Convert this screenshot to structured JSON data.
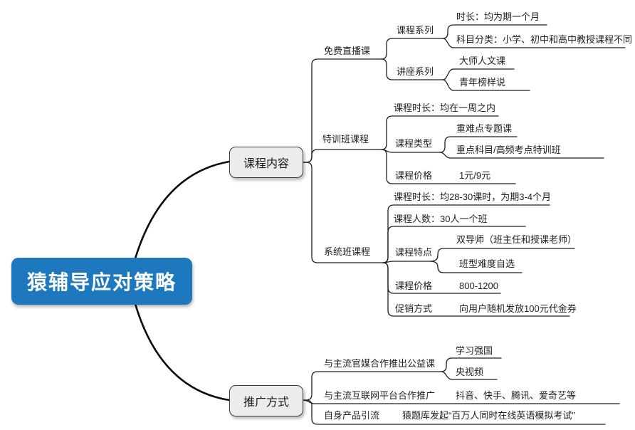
{
  "root": {
    "label": "猿辅导应对策略"
  },
  "course": {
    "label": "课程内容",
    "free_live": {
      "label": "免费直播课",
      "course_series": {
        "label": "课程系列",
        "duration": {
          "label": "时长：均为期一个月"
        },
        "subjects": {
          "label": "科目分类：小学、初中和高中教授课程不同"
        }
      },
      "lecture_series": {
        "label": "讲座系列",
        "master": {
          "label": "大师人文课"
        },
        "youth": {
          "label": "青年榜样说"
        }
      }
    },
    "special_training": {
      "label": "特训班课程",
      "duration": {
        "label": "课程时长：均在一周之内"
      },
      "types": {
        "label": "课程类型",
        "key_topics": {
          "label": "重难点专题课"
        },
        "key_subjects": {
          "label": "重点科目/高频考点特训班"
        }
      },
      "price": {
        "label": "课程价格",
        "value": "1元/9元"
      }
    },
    "systematic": {
      "label": "系统班课程",
      "duration": {
        "label": "课程时长：均28-30课时，为期3-4个月"
      },
      "class_size": {
        "label": "课程人数：30人一个班"
      },
      "features": {
        "label": "课程特点",
        "dual_tutors": {
          "label": "双导师（班主任和授课老师）"
        },
        "difficulty": {
          "label": "班型难度自选"
        }
      },
      "price": {
        "label": "课程价格",
        "value": "800-1200"
      },
      "promotion": {
        "label": "促销方式",
        "value": "向用户随机发放100元代金券"
      }
    }
  },
  "promotion": {
    "label": "推广方式",
    "official_media": {
      "label": "与主流官媒合作推出公益课",
      "xuexi": {
        "label": "学习强国"
      },
      "yangshipin": {
        "label": "央视频"
      }
    },
    "internet_platforms": {
      "label": "与主流互联网平台合作推广",
      "value": "抖音、快手、腾讯、爱奇艺等"
    },
    "own_products": {
      "label": "自身产品引流",
      "value": "猿题库发起“百万人同时在线英语模拟考试”"
    }
  },
  "colors": {
    "root_bg": "#1d78be",
    "branch_bg": "#ececec",
    "edge": "#1f1f1f"
  }
}
